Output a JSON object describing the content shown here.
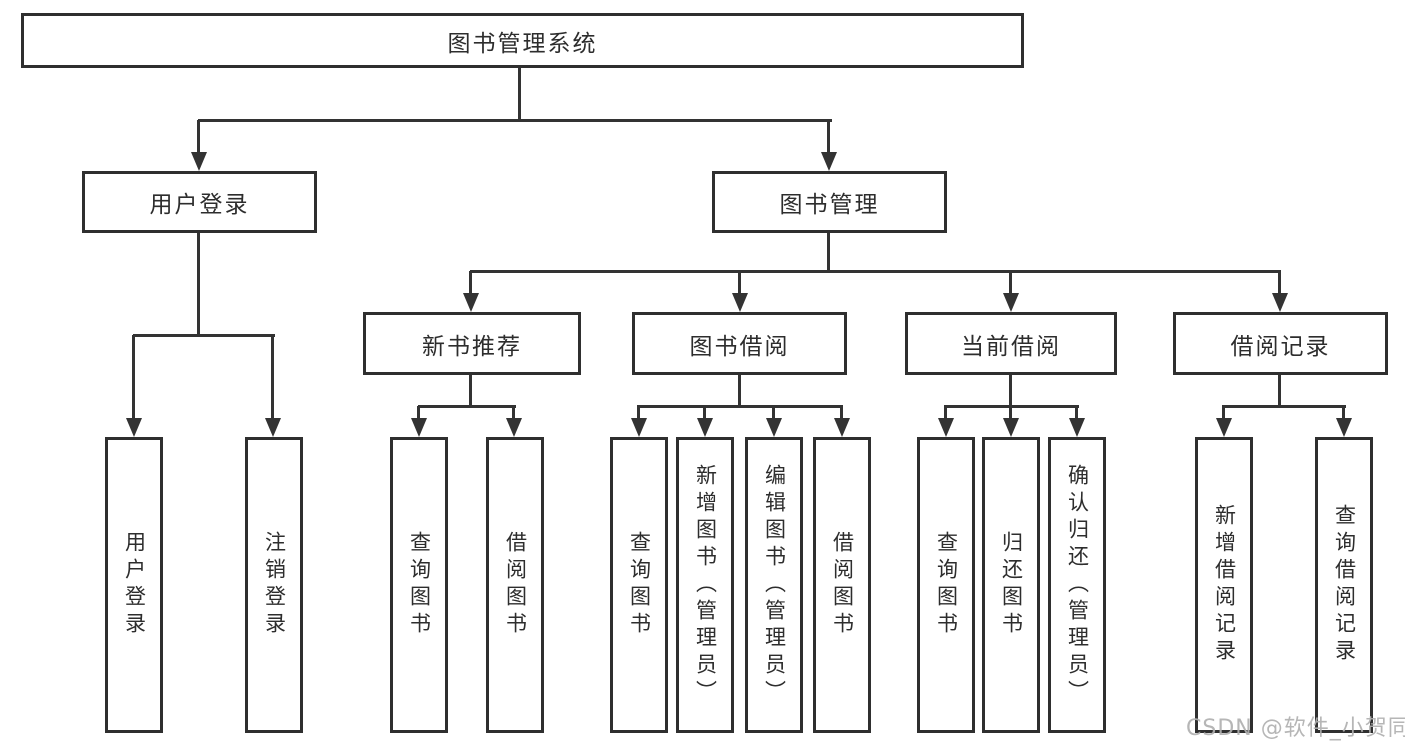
{
  "diagram": {
    "root": {
      "label": "图书管理系统"
    },
    "level2": [
      {
        "label": "用户登录"
      },
      {
        "label": "图书管理"
      }
    ],
    "level3": [
      {
        "label": "新书推荐"
      },
      {
        "label": "图书借阅"
      },
      {
        "label": "当前借阅"
      },
      {
        "label": "借阅记录"
      }
    ],
    "leaves": {
      "user_login": [
        "用户登录",
        "注销登录"
      ],
      "new_book_recommend": [
        "查询图书",
        "借阅图书"
      ],
      "book_borrow": [
        "查询图书",
        "新增图书（管理员）",
        "编辑图书（管理员）",
        "借阅图书"
      ],
      "current_borrow": [
        "查询图书",
        "归还图书",
        "确认归还（管理员）"
      ],
      "borrow_records": [
        "新增借阅记录",
        "查询借阅记录"
      ]
    }
  },
  "watermark": {
    "text": "CSDN @软件_小贺同学"
  },
  "colors": {
    "background": "#ffffff",
    "line": "#333333",
    "box_border": "#2f2f2f",
    "text": "#2d2d2d",
    "watermark": "#b0b0b0"
  }
}
